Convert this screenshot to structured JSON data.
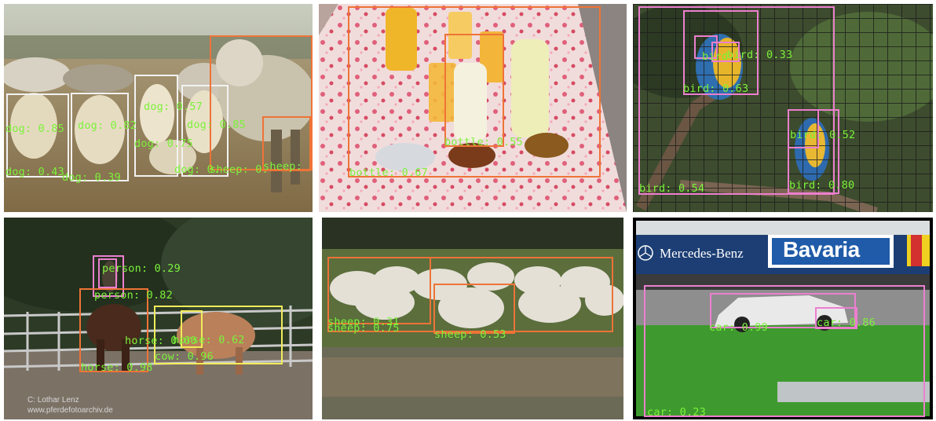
{
  "colors": {
    "detection_label": "#7cf23a",
    "box_orange": "#ef7337",
    "box_white": "#f2f2f2",
    "box_pink": "#ec7fcf",
    "box_yellow": "#f2ec5a"
  },
  "panels": [
    {
      "id": "panel-1",
      "scene": "sheep and dogs in a field",
      "detections": [
        {
          "label": "dog: 0.85"
        },
        {
          "label": "dog: 0.82"
        },
        {
          "label": "dog: 0.57"
        },
        {
          "label": "dog: 0.85"
        },
        {
          "label": "dog: 0.75"
        },
        {
          "label": "dog: 0.43"
        },
        {
          "label": "dog: 0.39"
        },
        {
          "label": "dog: 0."
        },
        {
          "label": "sheep: 0."
        },
        {
          "label": "sheep:"
        }
      ]
    },
    {
      "id": "panel-2",
      "scene": "bottles and drinks on a floral table",
      "detections": [
        {
          "label": "bottle: 0.55"
        },
        {
          "label": "bottle: 0.67"
        }
      ]
    },
    {
      "id": "panel-3",
      "scene": "parrots in a cage",
      "detections": [
        {
          "label": "bird: 0.33"
        },
        {
          "label": "bird"
        },
        {
          "label": "bird: 0.63"
        },
        {
          "label": "bird: 0.52"
        },
        {
          "label": "bird: 0.54"
        },
        {
          "label": "bird: 0.80"
        }
      ]
    },
    {
      "id": "panel-4",
      "scene": "rider on horse near a cow in a paddock",
      "credit_line1": "C:   Lothar Lenz",
      "credit_line2": "www.pferdefotoarchiv.de",
      "detections": [
        {
          "label": "person: 0.29"
        },
        {
          "label": "person: 0.82"
        },
        {
          "label": "horse: 0.60"
        },
        {
          "label": "horse: 0.62"
        },
        {
          "label": "cow: 0.96"
        },
        {
          "label": "horse: 0.98"
        }
      ]
    },
    {
      "id": "panel-5",
      "scene": "flock of sheep near a pond",
      "detections": [
        {
          "label": "sheep: 0.31"
        },
        {
          "label": "sheep: 0.75"
        },
        {
          "label": "sheep: 0.53"
        }
      ]
    },
    {
      "id": "panel-6",
      "scene": "race car on track",
      "sign_mercedes": "Mercedes-Benz",
      "sign_bavaria": "Bavaria",
      "detections": [
        {
          "label": "car: 0.99"
        },
        {
          "label": "car: 0.86"
        },
        {
          "label": "car: 0.23"
        }
      ]
    }
  ]
}
